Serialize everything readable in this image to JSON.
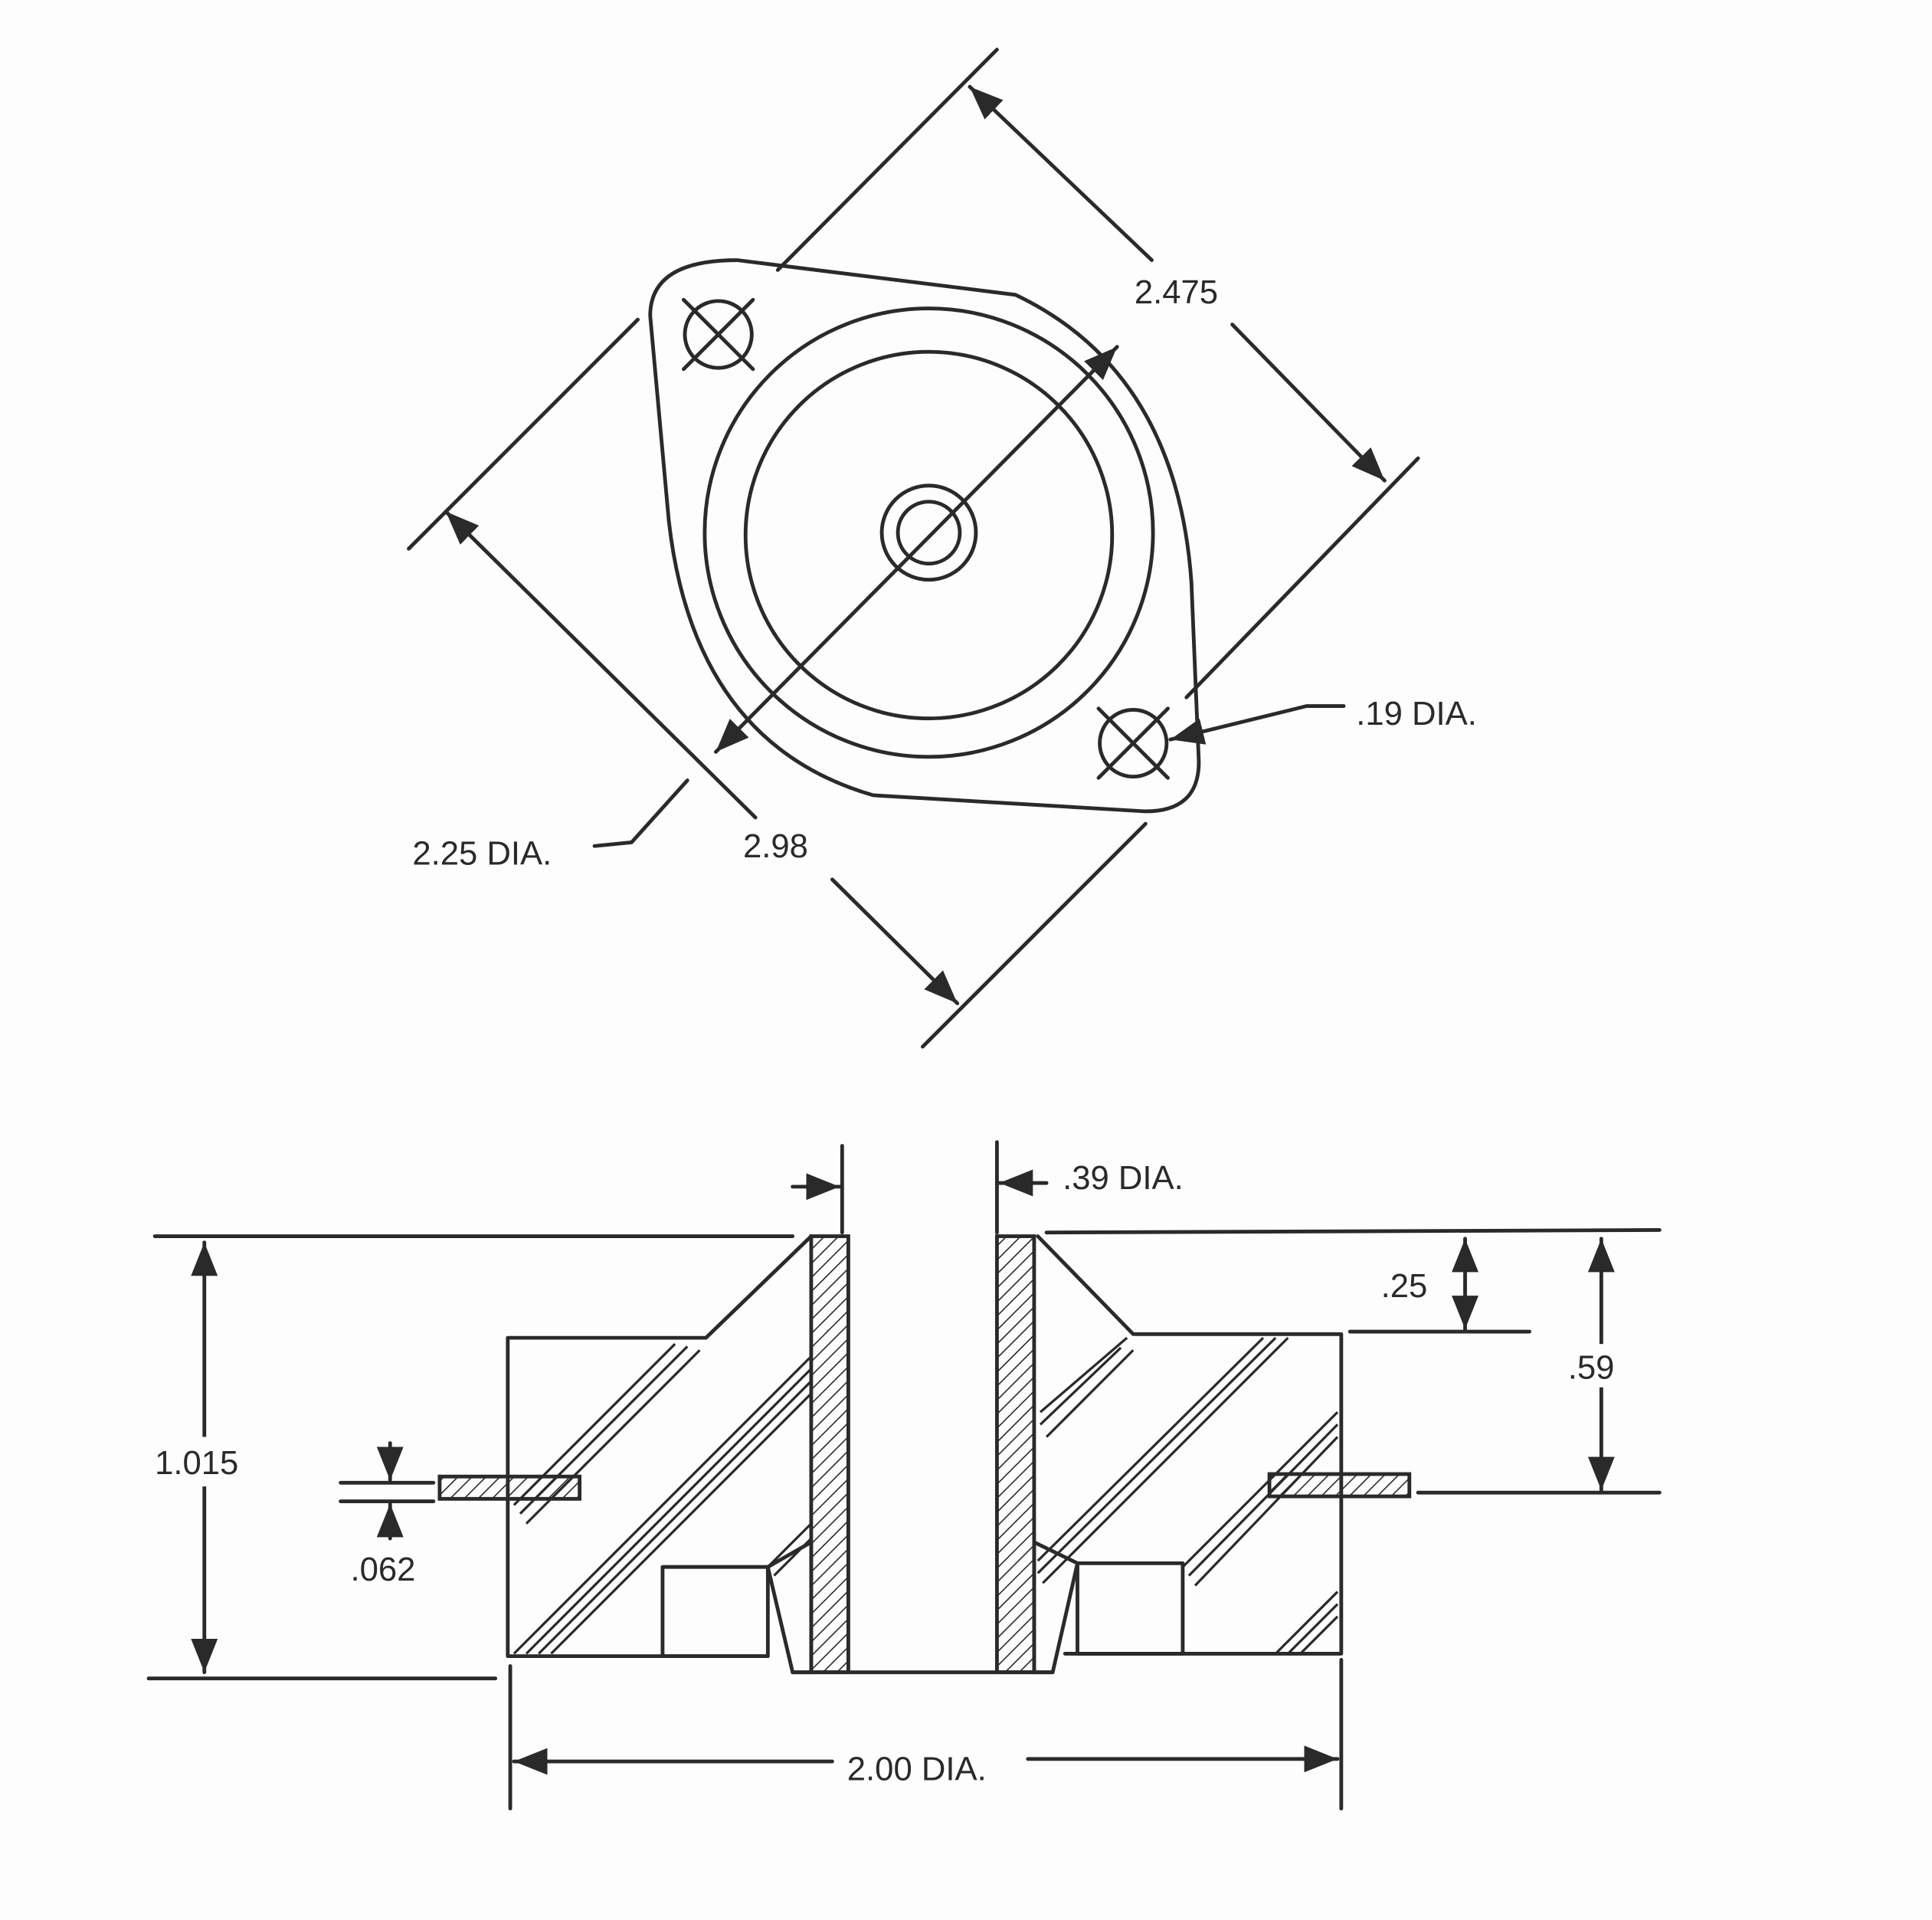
{
  "drawing": {
    "top_view": {
      "dims": {
        "flange_span": "2.475",
        "hole_dia": ".19 DIA.",
        "outer_dia": "2.25 DIA.",
        "overall_span": "2.98"
      }
    },
    "section_view": {
      "dims": {
        "bore_dia": ".39 DIA.",
        "top_to_flange": ".25",
        "top_to_plate": ".59",
        "overall_height": "1.015",
        "plate_thickness": ".062",
        "base_dia": "2.00 DIA."
      }
    },
    "colors": {
      "ink": "#2a2a2a",
      "paper": "#fdfdfd"
    }
  }
}
